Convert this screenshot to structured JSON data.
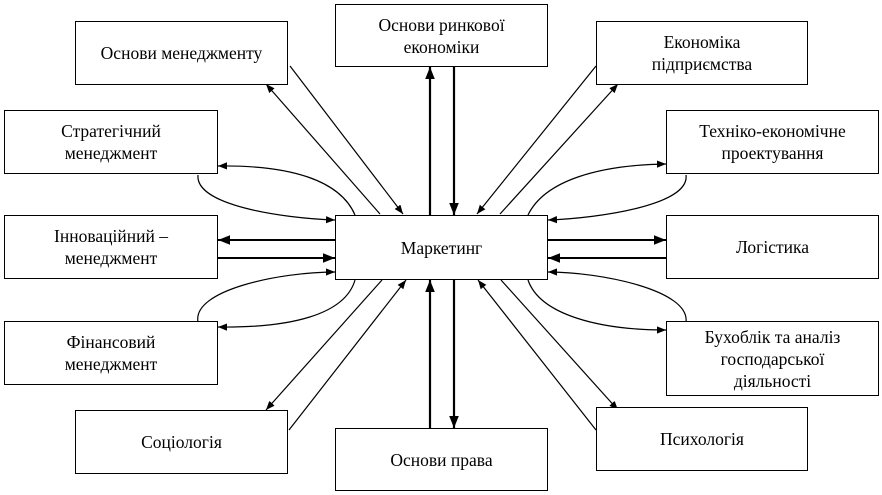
{
  "diagram": {
    "center": {
      "label": "Маркетинг"
    },
    "nodes": {
      "osnovy_menedzhmentu": "Основи менеджменту",
      "osnovy_rynkovoi_ekonomiky": "Основи ринкової\nекономіки",
      "ekonomika_pidpryiemstva": "Економіка\nпідприємства",
      "stratehichnyi_menedzhment": "Стратегічний\nменеджмент",
      "tekhniko_ekonomichne_proektuvannia": "Техніко-економічне\nпроектування",
      "innovatsiinyi_menedzhment": "Інноваційний –\nменеджмент",
      "lohistyka": "Логістика",
      "finansovyi_menedzhment": "Фінансовий\nменеджмент",
      "bukhoblik": "Бухоблік та аналіз\nгосподарської\nдіяльності",
      "sotsiolohiia": "Соціологія",
      "osnovy_prava": "Основи права",
      "psykholohiia": "Психологія"
    }
  }
}
